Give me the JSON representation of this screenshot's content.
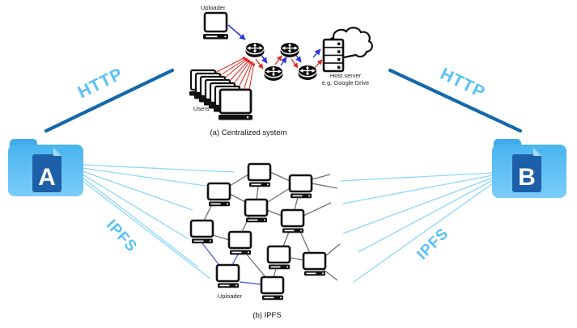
{
  "figure": {
    "folder_a": "A",
    "folder_b": "B",
    "http_label_left": "HTTP",
    "http_label_right": "HTTP",
    "ipfs_label_left": "IPFS",
    "ipfs_label_right": "IPFS"
  },
  "centralized": {
    "uploader_label": "Uploader",
    "users_label": "Users",
    "host_server_line1": "Host server",
    "host_server_line2": "e.g. Google Drive",
    "caption": "(a) Centralized system"
  },
  "ipfs": {
    "uploader_label": "Uploader",
    "caption": "(b) IPFS"
  },
  "colors": {
    "http_line": "#1467ab",
    "protocol_label": "#58c2f8",
    "ipfs_line": "#8bd7f9",
    "folder_fill": "#5cc0f4",
    "document_fill": "#1d5fa8",
    "upload_arrow": "#2b36de",
    "request_arrow": "#e4271c",
    "network_edge": "#6e6e6e",
    "uploader_edge": "#5a63e8"
  }
}
